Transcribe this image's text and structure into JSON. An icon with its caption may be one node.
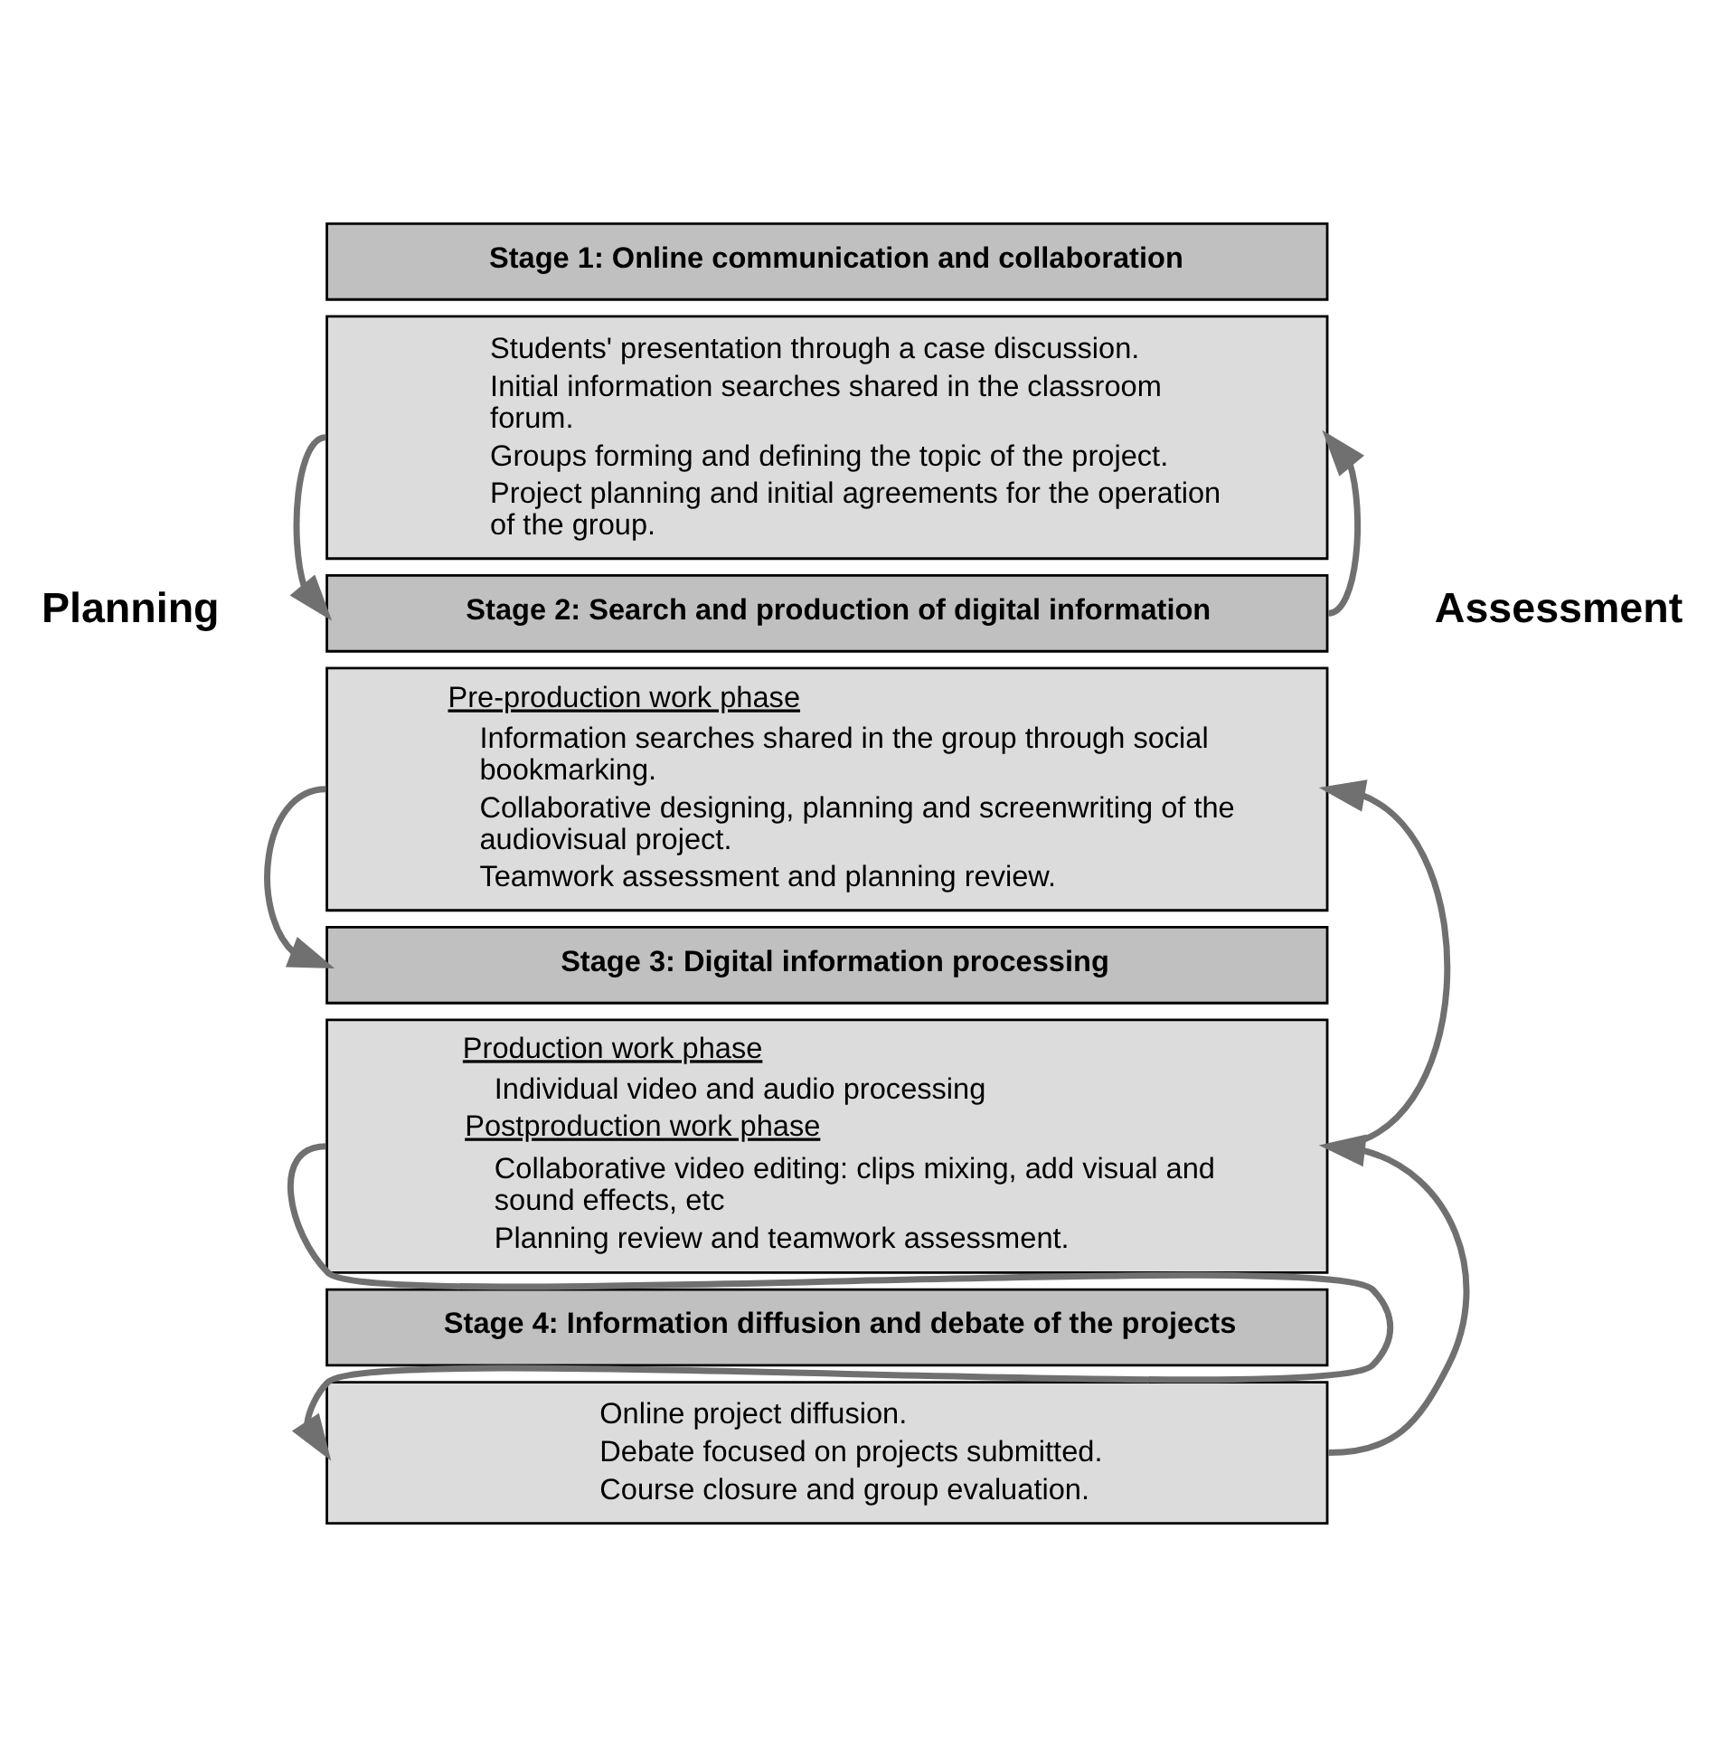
{
  "diagram": {
    "nodes": [
      {
        "text": [
          "Stage 1: Online communication and collaboration"
        ]
      },
      {
        "text": [
          "Students' presentation through a case discussion.",
          "Initial information searches shared in the classroom forum.",
          "Groups forming and defining the topic of the project.",
          "Project planning and initial agreements for the operation of the group."
        ]
      },
      {
        "text": [
          "Stage 2: Search and production of digital information"
        ]
      },
      {
        "text": [
          "Pre-production work phase",
          "Information searches shared in the group through social bookmarking.",
          "Collaborative designing, planning and screenwriting of the audiovisual project.",
          "Teamwork assessment and planning review."
        ]
      },
      {
        "text": [
          "Stage 3: Digital information processing"
        ]
      },
      {
        "text": [
          "Production work phase",
          "Individual video and audio processing",
          "Postproduction work phase",
          "Collaborative video editing: clips mixing, add visual and sound effects, etc",
          "Planning review and teamwork assessment."
        ]
      },
      {
        "text": [
          "Stage 4: Information diffusion and debate of the projects"
        ]
      },
      {
        "text": [
          "Online project diffusion.",
          "Debate focused on projects submitted.",
          "Course closure and group evaluation."
        ]
      }
    ],
    "edges": [
      {
        "from": 1,
        "to": 2,
        "arrow": "to"
      },
      {
        "from": 3,
        "to": 4,
        "arrow": "to"
      },
      {
        "from": 5,
        "to": 7,
        "arrow": "to"
      },
      {
        "from": 2,
        "to": 1,
        "arrow": "to"
      },
      {
        "from": 5,
        "to": 3,
        "arrow": "to"
      },
      {
        "from": 7,
        "to": 5,
        "arrow": "to"
      }
    ],
    "labels": [
      "Planning",
      "Assessment"
    ]
  }
}
